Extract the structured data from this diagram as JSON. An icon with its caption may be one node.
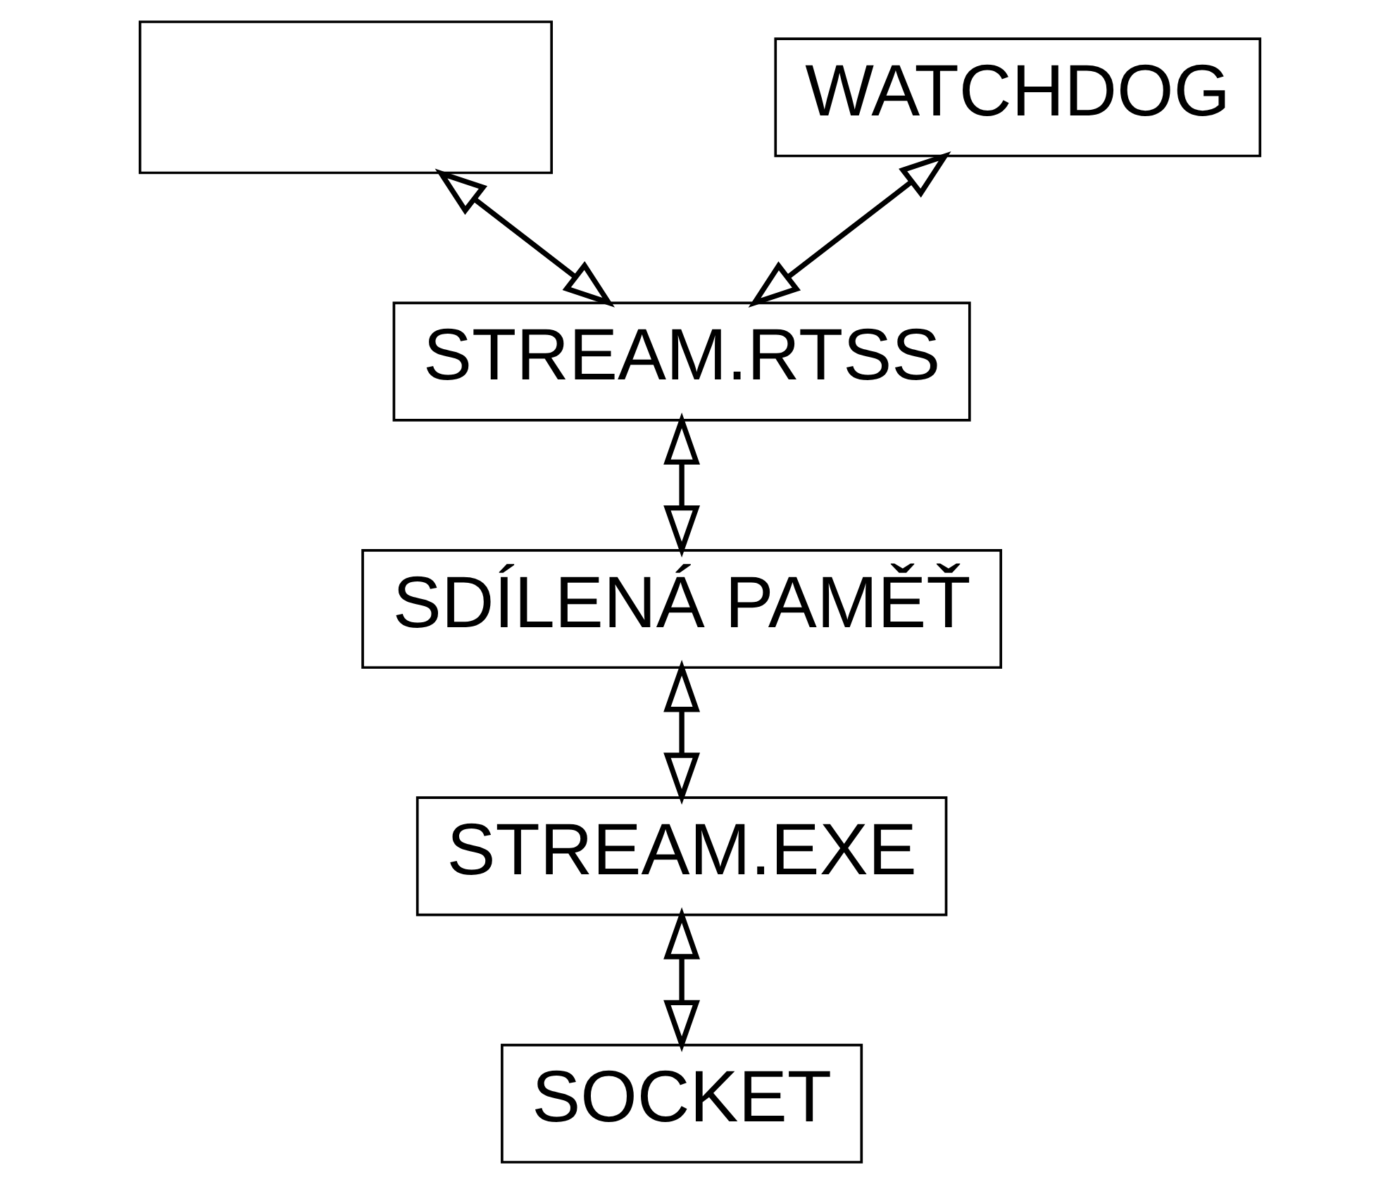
{
  "diagram": {
    "nodes": [
      {
        "text": [],
        "shape": "box"
      },
      {
        "text": [
          "WATCHDOG"
        ]
      },
      {
        "text": [
          "STREAM.RTSS"
        ]
      },
      {
        "text": [
          "SDÍLENÁ PAMĚŤ"
        ]
      },
      {
        "text": [
          "STREAM.EXE"
        ]
      },
      {
        "text": [
          "SOCKET"
        ]
      }
    ],
    "edges": [
      {
        "from": 0,
        "to": 2,
        "arrow": "both"
      },
      {
        "from": 1,
        "to": 2,
        "arrow": "both"
      },
      {
        "from": 2,
        "to": 3,
        "arrow": "both"
      },
      {
        "from": 3,
        "to": 4,
        "arrow": "both"
      },
      {
        "from": 4,
        "to": 5,
        "arrow": "both"
      }
    ]
  }
}
